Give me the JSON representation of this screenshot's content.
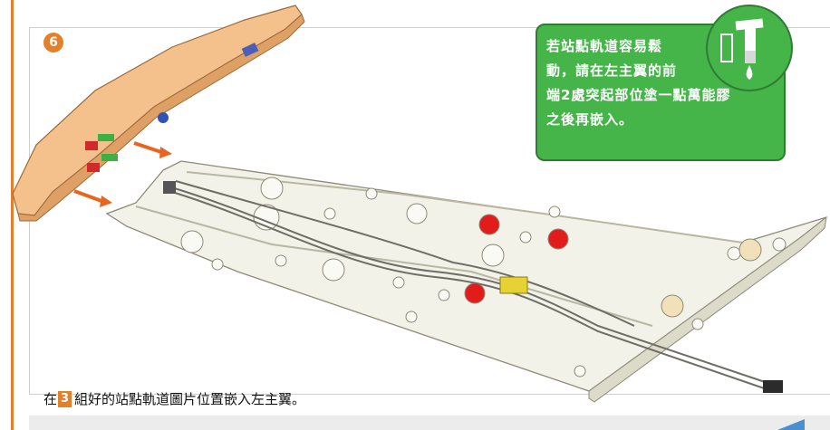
{
  "step": {
    "number": "6"
  },
  "note": {
    "lines": [
      "若站點軌道容易鬆",
      "動，請在左主翼的前",
      "端2處突起部位塗一點萬能膠",
      "之後再嵌入。"
    ],
    "bg_color": "#45b449"
  },
  "caption": {
    "prefix": "在",
    "ref": "3",
    "text": "組好的站點軌道圖片位置嵌入左主翼。"
  },
  "colors": {
    "accent": "#e5802a",
    "note_green": "#45b449"
  },
  "icons": [
    "glue-tube-icon",
    "arrow-right-icon"
  ]
}
